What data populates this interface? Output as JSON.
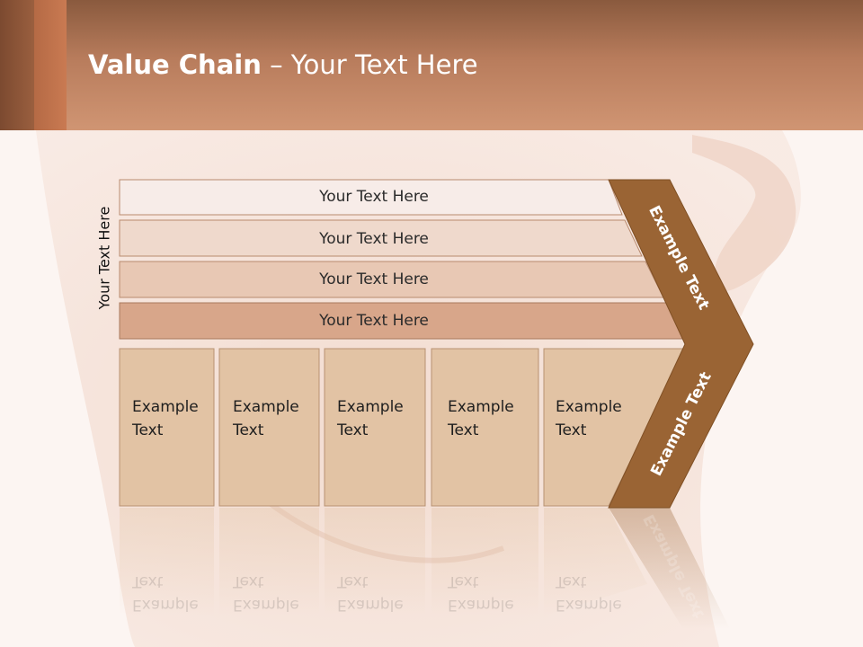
{
  "slide": {
    "title_bold": "Value Chain",
    "title_rest": " – Your Text Here",
    "side_label": "Your Text Here"
  },
  "rows": [
    {
      "label": "Your Text Here"
    },
    {
      "label": "Your Text Here"
    },
    {
      "label": "Your Text Here"
    },
    {
      "label": "Your Text Here"
    }
  ],
  "boxes": [
    {
      "line1": "Example",
      "line2": "Text"
    },
    {
      "line1": "Example",
      "line2": "Text"
    },
    {
      "line1": "Example",
      "line2": "Text"
    },
    {
      "line1": "Example",
      "line2": "Text"
    },
    {
      "line1": "Example",
      "line2": "Text"
    }
  ],
  "arrow": {
    "upper_label": "Example Text",
    "lower_label": "Example Text"
  },
  "colors": {
    "header": "#b87c5c",
    "arrow": "#9a6434",
    "row1": "#f7ece8",
    "row2": "#efd9cc",
    "row3": "#e8c8b4",
    "row4": "#d8a68a",
    "box": "#e2c3a4"
  }
}
